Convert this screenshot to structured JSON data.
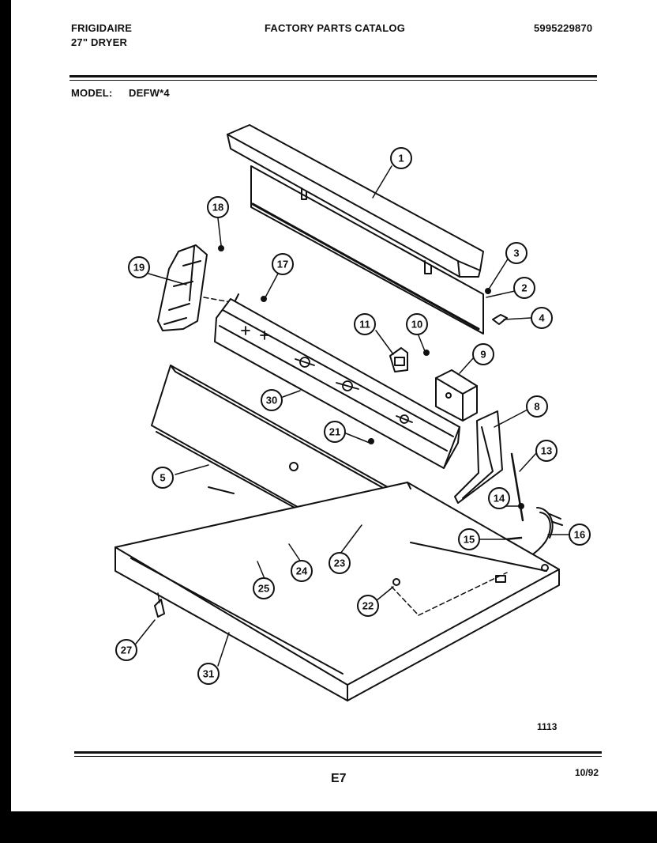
{
  "header": {
    "brand": "FRIGIDAIRE",
    "product": "27\" DRYER",
    "catalog_title": "FACTORY PARTS CATALOG",
    "catalog_number": "5995229870",
    "model_label": "MODEL:",
    "model_value": "DEFW*4"
  },
  "diagram": {
    "part_callouts": [
      "1",
      "2",
      "3",
      "4",
      "5",
      "8",
      "9",
      "10",
      "11",
      "13",
      "14",
      "15",
      "16",
      "17",
      "18",
      "19",
      "21",
      "22",
      "23",
      "24",
      "25",
      "27",
      "30",
      "31"
    ],
    "figure_code": "1113"
  },
  "footer": {
    "page_code": "E7",
    "date": "10/92"
  },
  "colors": {
    "ink": "#111111",
    "paper": "#ffffff",
    "margin": "#000000"
  }
}
